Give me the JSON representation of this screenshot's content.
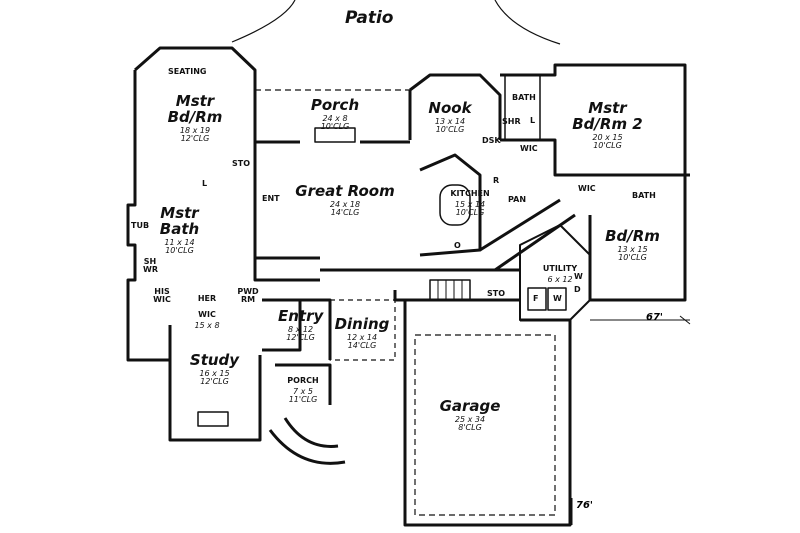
{
  "patio": "Patio",
  "rooms": {
    "mstr_bdrm": {
      "name_line1": "Mstr",
      "name_line2": "Bd/Rm",
      "size": "18 x 19",
      "ceiling": "12'CLG",
      "seating": "SEATING"
    },
    "porch_rear": {
      "name": "Porch",
      "size": "24 x 8",
      "ceiling": "10'CLG"
    },
    "great_room": {
      "name": "Great Room",
      "size": "24 x 18",
      "ceiling": "14'CLG"
    },
    "nook": {
      "name": "Nook",
      "size": "13 x 14",
      "ceiling": "10'CLG"
    },
    "kitchen": {
      "name": "KITCHEN",
      "size": "15 x 14",
      "ceiling": "10'CLG"
    },
    "mstr_bdrm2": {
      "name_line1": "Mstr",
      "name_line2": "Bd/Rm 2",
      "size": "20 x 15",
      "ceiling": "10'CLG"
    },
    "mstr_bath": {
      "name_line1": "Mstr",
      "name_line2": "Bath",
      "size": "11 x 14",
      "ceiling": "10'CLG"
    },
    "bdrm": {
      "name": "Bd/Rm",
      "size": "13 x 15",
      "ceiling": "10'CLG"
    },
    "utility": {
      "name": "UTILITY",
      "size": "6 x 12"
    },
    "her_wic": {
      "name": "HER",
      "name2": "WIC",
      "size": "15 x 8"
    },
    "entry": {
      "name": "Entry",
      "size": "8 x 12",
      "ceiling": "12'CLG"
    },
    "dining": {
      "name": "Dining",
      "size": "12 x 14",
      "ceiling": "14'CLG"
    },
    "study": {
      "name": "Study",
      "size": "16 x 15",
      "ceiling": "12'CLG"
    },
    "porch_front": {
      "name": "PORCH",
      "size": "7 x 5",
      "ceiling": "11'CLG"
    },
    "garage": {
      "name": "Garage",
      "size": "25 x 34",
      "ceiling": "8'CLG"
    }
  },
  "small_labels": {
    "sto_top": "STO",
    "sto_mid": "STO",
    "ent": "ENT",
    "tub": "TUB",
    "shwr": "SH WR",
    "his_wic": "HIS WIC",
    "pwd_rm": "PWD RM",
    "l1": "L",
    "l2": "L",
    "bath_top": "BATH",
    "shr": "SHR",
    "wic_top": "WIC",
    "dsk": "DSK",
    "pan": "PAN",
    "wic_right": "WIC",
    "bath_right": "BATH",
    "r": "R",
    "d": "D",
    "o": "O",
    "w": "W",
    "f": "F",
    "w2": "W"
  },
  "edge_dims": {
    "width": "67'",
    "depth": "76'"
  }
}
